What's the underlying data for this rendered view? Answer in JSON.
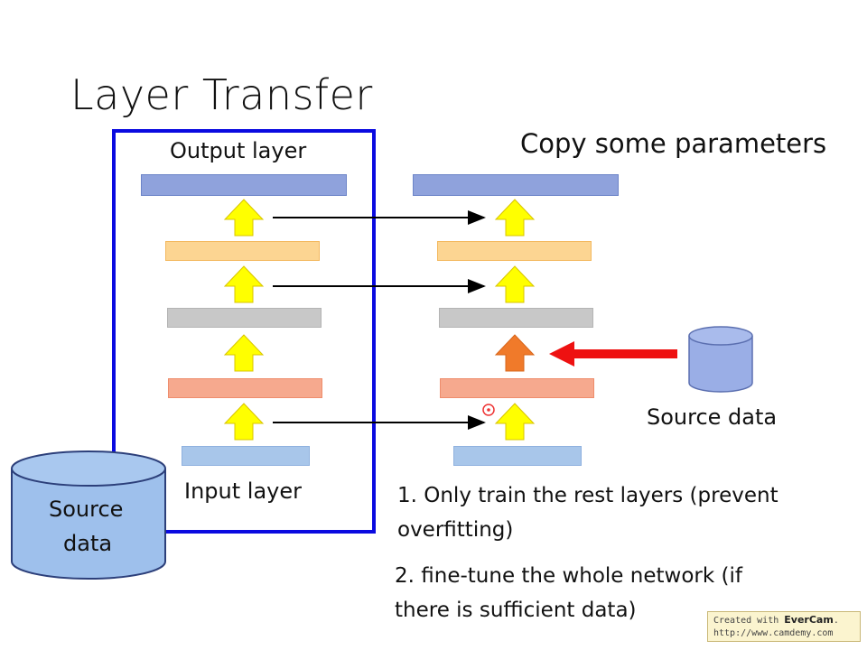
{
  "title": "Layer Transfer",
  "subtitle": "Copy some parameters",
  "labels": {
    "output_layer": "Output layer",
    "input_layer": "Input layer",
    "source_data_right": "Source data",
    "source_data_left_line1": "Source",
    "source_data_left_line2": "data"
  },
  "notes": {
    "note1_line1": "1. Only train the rest layers (prevent",
    "note1_line2": "overfitting)",
    "note2_line1": "2. fine-tune the whole network (if",
    "note2_line2": "there is sufficient data)"
  },
  "watermark": {
    "line1_prefix": "Created with ",
    "line1_brand": "EverCam",
    "line1_suffix": ".",
    "line2": "http://www.camdemy.com"
  },
  "colors": {
    "frame": "#0a0ae0",
    "up_arrow": "#ffff00",
    "trained_arrow": "#f07a2a",
    "data_arrow": "#ee1111",
    "cylinder": "#9aaee6"
  },
  "icons": [
    "up-arrow-icon",
    "right-arrow-icon",
    "database-icon"
  ]
}
